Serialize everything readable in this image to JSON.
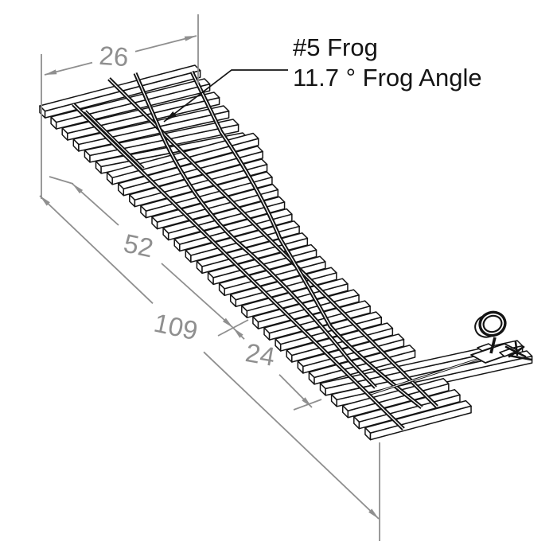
{
  "diagram": {
    "subject": "railroad turnout switch track isometric drawing",
    "annotation": {
      "line1": "#5 Frog",
      "line2": "11.7 ° Frog Angle"
    },
    "dims": {
      "top_width": "26",
      "upper_length": "52",
      "overall_length": "109",
      "points_length": "24"
    },
    "colors": {
      "ink": "#141414",
      "dimension_gray": "#8f8f8f",
      "background": "#ffffff"
    },
    "parts": [
      "ties",
      "rails",
      "frog",
      "guard-rail",
      "closure-rails",
      "switch-stand",
      "target-disc",
      "throw-bar"
    ]
  }
}
